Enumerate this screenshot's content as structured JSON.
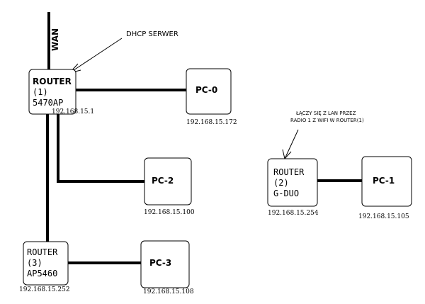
{
  "wan": {
    "label": "WAN"
  },
  "dhcp_note": "DHCP SERWER",
  "router2_note": {
    "line1": "ŁĄCZY SIĘ Z LAN PRZEZ",
    "line2": "RADIO 1 Z WIFI W ROUTER(1)"
  },
  "router1": {
    "line1": "ROUTER",
    "line2": "(1)",
    "line3": "5470AP",
    "ip": "192.168.15.1"
  },
  "router2": {
    "line1": "ROUTER",
    "line2": "(2)",
    "line3": "G-DUO",
    "ip": "192.168.15.254"
  },
  "router3": {
    "line1": "ROUTER",
    "line2": "(3)",
    "line3": "AP5460",
    "ip": "192.168.15.252"
  },
  "pc0": {
    "label": "PC-0",
    "ip": "192.168.15.172"
  },
  "pc1": {
    "label": "PC-1",
    "ip": "192.168.15.105"
  },
  "pc2": {
    "label": "PC-2",
    "ip": "192.168.15.100"
  },
  "pc3": {
    "label": "PC-3",
    "ip": "192.168.15.108"
  }
}
